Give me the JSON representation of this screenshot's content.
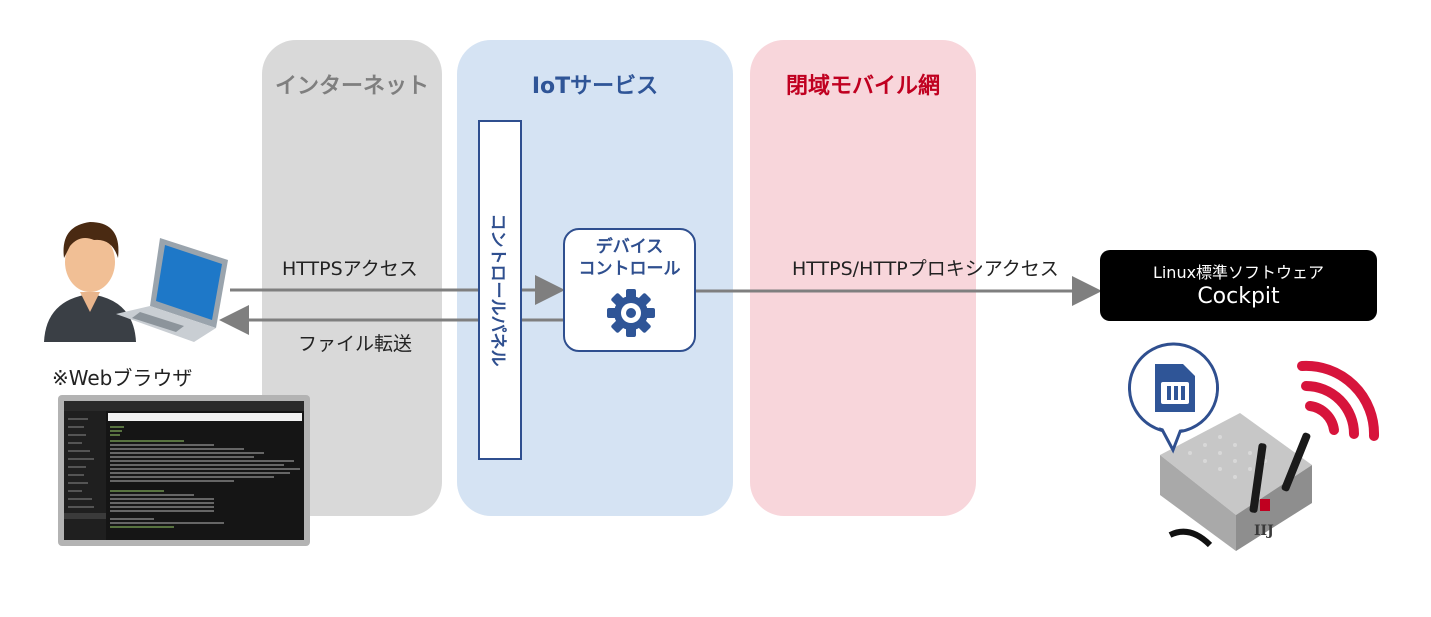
{
  "zones": {
    "internet": {
      "title": "インターネット",
      "color": "#7f7f7f"
    },
    "iot": {
      "title": "IoTサービス",
      "color": "#2f5597"
    },
    "mobile": {
      "title": "閉域モバイル網",
      "color": "#c00020"
    }
  },
  "panel": {
    "label": "コントロールパネル"
  },
  "device_control": {
    "label": "デバイス\nコントロール",
    "icon": "gear-icon"
  },
  "edges": {
    "https_access": "HTTPSアクセス",
    "file_transfer": "ファイル転送",
    "proxy_access": "HTTPS/HTTPプロキシアクセス"
  },
  "browser_note": "※Webブラウザ",
  "cockpit": {
    "subtitle": "Linux標準ソフトウェア",
    "title": "Cockpit"
  },
  "icons": {
    "user": "user-icon",
    "laptop": "laptop-icon",
    "sim": "sim-card-icon",
    "wireless": "wireless-signal-icon",
    "router": "router-device-icon"
  }
}
